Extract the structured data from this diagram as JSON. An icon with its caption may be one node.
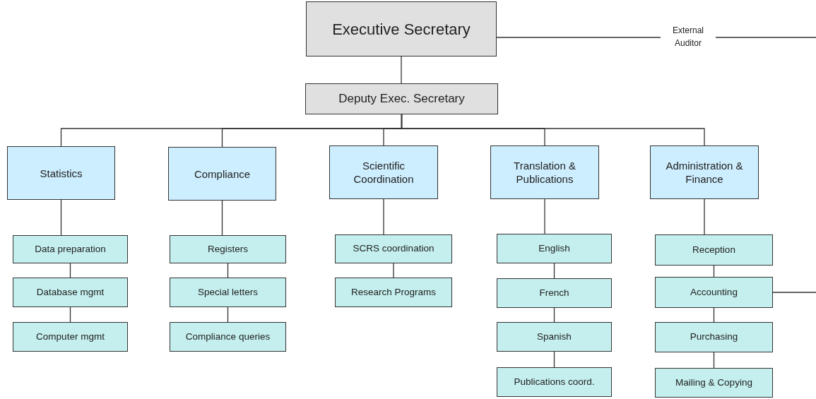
{
  "diagram": {
    "nodes": [
      {
        "text": [
          "Executive Secretary"
        ]
      },
      {
        "text": [
          "External Auditor"
        ]
      },
      {
        "text": [
          "Deputy Exec. Secretary"
        ]
      },
      {
        "text": [
          "Statistics"
        ]
      },
      {
        "text": [
          "Compliance"
        ]
      },
      {
        "text": [
          "Scientific Coordination"
        ]
      },
      {
        "text": [
          "Translation & Publications"
        ]
      },
      {
        "text": [
          "Administration & Finance"
        ]
      },
      {
        "text": [
          "Data preparation"
        ]
      },
      {
        "text": [
          "Database mgmt"
        ]
      },
      {
        "text": [
          "Computer mgmt"
        ]
      },
      {
        "text": [
          "Registers"
        ]
      },
      {
        "text": [
          "Special letters"
        ]
      },
      {
        "text": [
          "Compliance queries"
        ]
      },
      {
        "text": [
          "SCRS coordination"
        ]
      },
      {
        "text": [
          "Research Programs"
        ]
      },
      {
        "text": [
          "English"
        ]
      },
      {
        "text": [
          "French"
        ]
      },
      {
        "text": [
          "Spanish"
        ]
      },
      {
        "text": [
          "Publications coord."
        ]
      },
      {
        "text": [
          "Reception"
        ]
      },
      {
        "text": [
          "Accounting"
        ]
      },
      {
        "text": [
          "Purchasing"
        ]
      },
      {
        "text": [
          "Mailing & Copying"
        ]
      }
    ],
    "edges": [
      {
        "from": 0,
        "to": 1,
        "arrow": "none"
      },
      {
        "from": 1,
        "to": null,
        "arrow": "none"
      },
      {
        "from": 0,
        "to": 2,
        "arrow": "none"
      },
      {
        "from": 2,
        "to": 3,
        "arrow": "none"
      },
      {
        "from": 2,
        "to": 4,
        "arrow": "none"
      },
      {
        "from": 2,
        "to": 5,
        "arrow": "none"
      },
      {
        "from": 2,
        "to": 6,
        "arrow": "none"
      },
      {
        "from": 2,
        "to": 7,
        "arrow": "none"
      },
      {
        "from": 3,
        "to": 8,
        "arrow": "none"
      },
      {
        "from": 8,
        "to": 9,
        "arrow": "none"
      },
      {
        "from": 9,
        "to": 10,
        "arrow": "none"
      },
      {
        "from": 4,
        "to": 11,
        "arrow": "none"
      },
      {
        "from": 11,
        "to": 12,
        "arrow": "none"
      },
      {
        "from": 12,
        "to": 13,
        "arrow": "none"
      },
      {
        "from": 5,
        "to": 14,
        "arrow": "none"
      },
      {
        "from": 14,
        "to": 15,
        "arrow": "none"
      },
      {
        "from": 6,
        "to": 16,
        "arrow": "none"
      },
      {
        "from": 16,
        "to": 17,
        "arrow": "none"
      },
      {
        "from": 17,
        "to": 18,
        "arrow": "none"
      },
      {
        "from": 18,
        "to": 19,
        "arrow": "none"
      },
      {
        "from": 7,
        "to": 20,
        "arrow": "none"
      },
      {
        "from": 20,
        "to": 21,
        "arrow": "none"
      },
      {
        "from": 21,
        "to": 22,
        "arrow": "none"
      },
      {
        "from": 22,
        "to": 23,
        "arrow": "none"
      },
      {
        "from": 21,
        "to": null,
        "arrow": "none"
      }
    ]
  }
}
